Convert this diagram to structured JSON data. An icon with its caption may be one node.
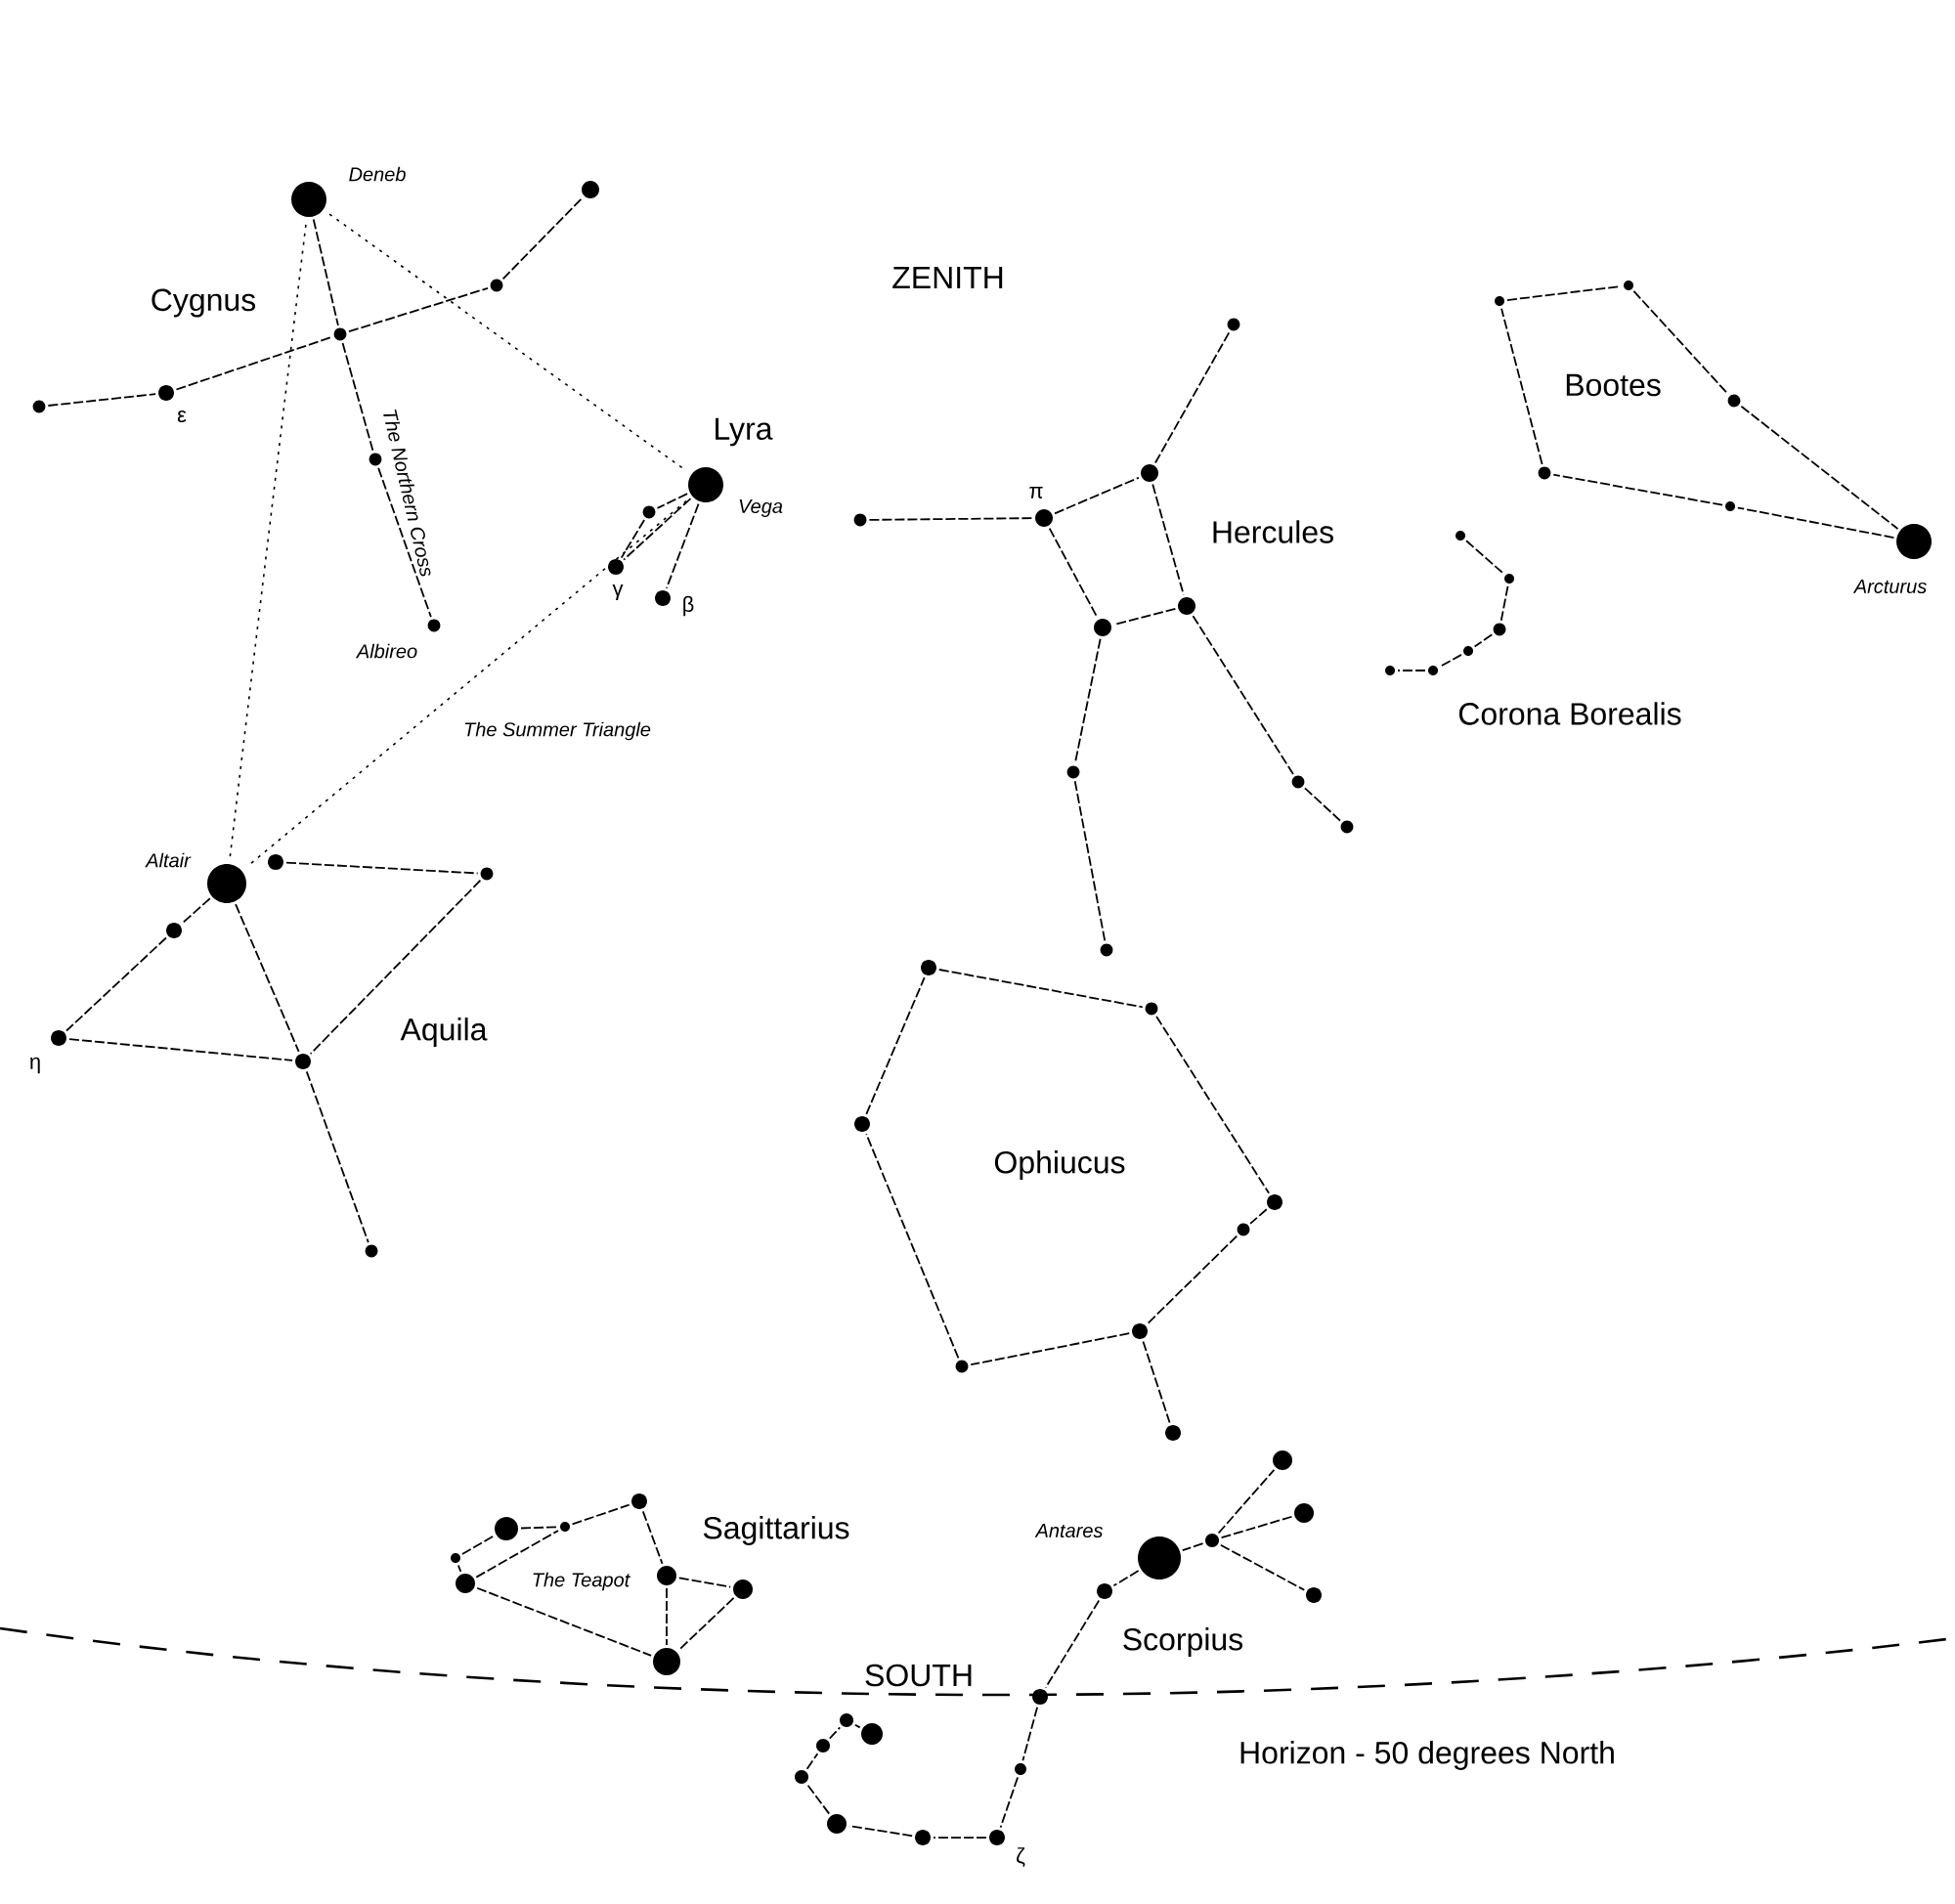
{
  "diagram": {
    "labels": [
      "Deneb",
      "Cygnus",
      "ε",
      "The Northern Cross",
      "Albireo",
      "Lyra",
      "Vega",
      "γ",
      "β",
      "The Summer Triangle",
      "Altair",
      "η",
      "Aquila",
      "ZENITH",
      "π",
      "Hercules",
      "Bootes",
      "Arcturus",
      "Corona Borealis",
      "Ophiucus",
      "Sagittarius",
      "The Teapot",
      "Antares",
      "Scorpius",
      "SOUTH",
      "ζ",
      "Horizon - 50 degrees North"
    ]
  }
}
